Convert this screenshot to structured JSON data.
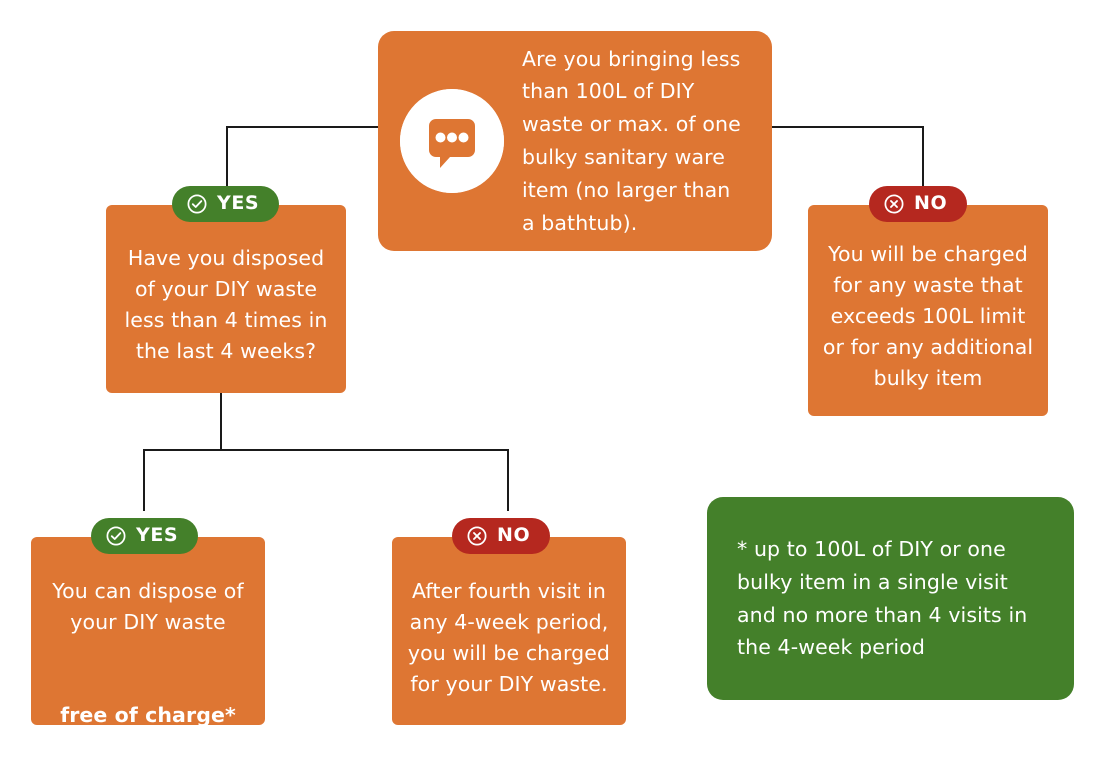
{
  "colors": {
    "orange": "#DE7633",
    "green": "#44802A",
    "red": "#B5281F",
    "line": "#1a1a1a",
    "text": "#ffffff",
    "background": "#ffffff"
  },
  "main_question": {
    "icon": "speech-bubble-icon",
    "text": "Are you bringing less than 100L of DIY waste or max. of one bulky sanitary ware item (no larger than a bathtub)."
  },
  "badges": {
    "yes_label": "YES",
    "no_label": "NO",
    "yes_icon": "check-circle-icon",
    "no_icon": "x-circle-icon"
  },
  "branch_yes": {
    "badge": "YES",
    "text": "Have you disposed of your DIY waste less than 4 times in the last 4 weeks?"
  },
  "branch_no": {
    "badge": "NO",
    "text": "You will be charged for any waste that exceeds 100L limit or for any additional bulky item"
  },
  "outcome_yes": {
    "badge": "YES",
    "text_plain": "You can dispose of your DIY waste",
    "text_bold": "free of charge*"
  },
  "outcome_no": {
    "badge": "NO",
    "text": "After fourth visit in any 4-week period, you will be charged for your DIY waste."
  },
  "note": {
    "text": "* up to 100L of DIY or one bulky item in a single visit\nand no more than 4 visits in the 4-week period"
  }
}
